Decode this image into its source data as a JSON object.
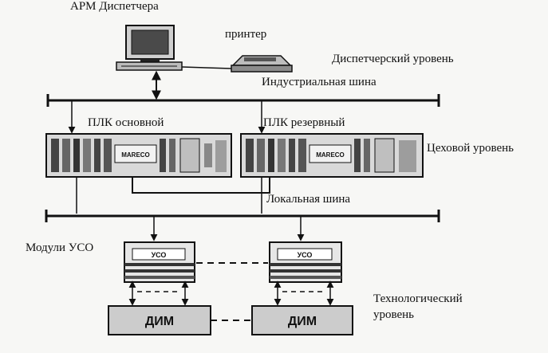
{
  "labels": {
    "operator_workstation": "АРМ Диспетчера",
    "printer": "принтер",
    "dispatcher_level": "Диспетчерский уровень",
    "industrial_bus": "Индустриальная  шина",
    "plc_main": "ПЛК основной",
    "plc_reserve": "ПЛК резервный",
    "shop_level": "Цеховой уровень",
    "local_bus": "Локальная шина",
    "io_modules": "Модули УСО",
    "tech_level_line1": "Технологический",
    "tech_level_line2": "уровень"
  },
  "io_module_tag": "УСО",
  "sensor_tag": "ДИМ",
  "plc_tag": "MARECO"
}
